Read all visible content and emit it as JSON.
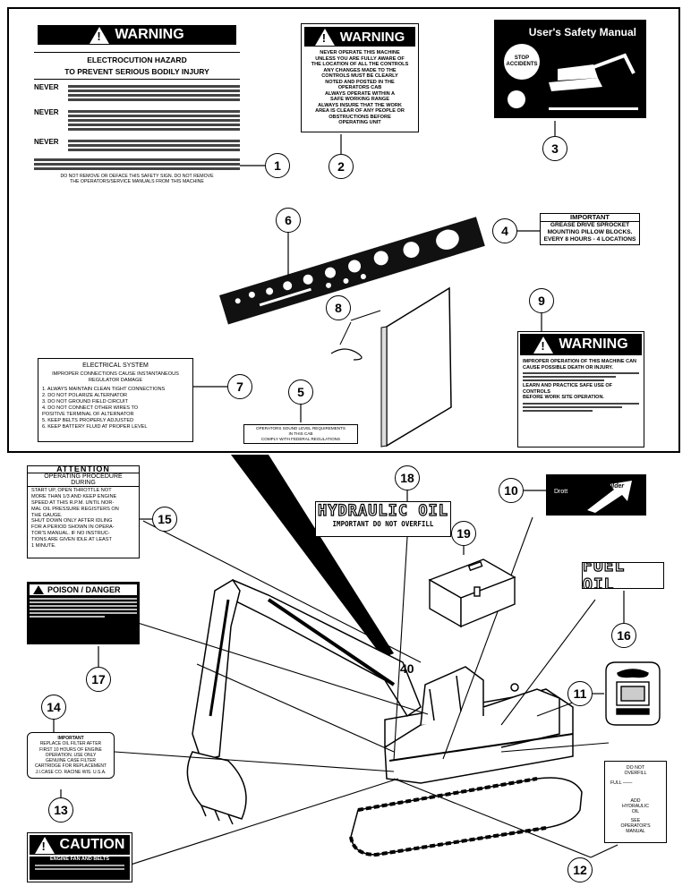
{
  "decals": {
    "d1": {
      "header": "WARNING",
      "title1": "ELECTROCUTION  HAZARD",
      "title2": "TO PREVENT SERIOUS BODILY INJURY",
      "never": "NEVER",
      "footer1": "DO NOT REMOVE OR DEFACE THIS SAFETY SIGN.  DO NOT REMOVE",
      "footer2": "THE OPERATORS/SERVICE MANUALS FROM THIS MACHINE"
    },
    "d2": {
      "header": "WARNING",
      "lines": [
        "NEVER OPERATE THIS MACHINE",
        "UNLESS YOU ARE FULLY AWARE OF",
        "THE LOCATION OF ALL THE CONTROLS",
        "ANY CHANGES MADE TO THE",
        "CONTROLS MUST BE CLEARLY",
        "NOTED AND POSTED IN THE",
        "OPERATORS CAB",
        "ALWAYS OPERATE WITHIN A",
        "SAFE WORKING RANGE",
        "ALWAYS INSURE THAT THE WORK",
        "AREA IS CLEAR OF ANY PEOPLE OR",
        "OBSTRUCTIONS BEFORE",
        "OPERATING UNIT"
      ]
    },
    "d3": {
      "title": "User's Safety Manual",
      "badge": "STOP ACCIDENTS"
    },
    "d4": {
      "title": "IMPORTANT",
      "line1": "GREASE DRIVE SPROCKET",
      "line2": "MOUNTING PILLOW BLOCKS.",
      "line3": "EVERY 8 HOURS - 4 LOCATIONS"
    },
    "d5": {
      "line1": "OPERATORS SOUND LEVEL REQUIREMENTS",
      "line2": "IN THIS CAB",
      "line3": "COMPLY WITH FEDERAL REGULATIONS"
    },
    "d7": {
      "title": "ELECTRICAL SYSTEM",
      "sub1": "IMPROPER CONNECTIONS CAUSE INSTANTANEOUS",
      "sub2": "REGULATOR DAMAGE",
      "items": [
        "1. ALWAYS MAINTAIN CLEAN TIGHT CONNECTIONS",
        "2. DO NOT POLARIZE ALTERNATOR",
        "3. DO NOT GROUND FIELD CIRCUIT",
        "4. DO NOT CONNECT OTHER WIRES TO",
        "   POSITIVE TERMINAL OF ALTERNATOR",
        "5. KEEP BELTS PROPERLY ADJUSTED",
        "6. KEEP BATTERY FLUID AT PROPER LEVEL"
      ]
    },
    "d9": {
      "header": "WARNING",
      "line1": "IMPROPER OPERATION OF THIS MACHINE CAN",
      "line2": "CAUSE POSSIBLE DEATH OR INJURY.",
      "line3": "LEARN AND PRACTICE SAFE USE OF CONTROLS",
      "line4": "BEFORE WORK SITE OPERATION."
    },
    "d10": {
      "brand": "Drott",
      "script": "Builder"
    },
    "d12": {
      "line1": "DO NOT",
      "line2": "OVERFILL",
      "full": "FULL",
      "add": "ADD",
      "hyd": "HYDRAULIC",
      "oil": "OIL",
      "see": "SEE",
      "op": "OPERATOR'S",
      "man": "MANUAL"
    },
    "d13": {
      "header": "CAUTION",
      "line1": "ENGINE FAN AND BELTS"
    },
    "d14": {
      "title": "IMPORTANT",
      "line1": "REPLACE OIL FILTER AFTER",
      "line2": "FIRST 10 HOURS OF ENGINE",
      "line3": "OPERATION. USE ONLY",
      "line4": "GENUINE CASE FILTER",
      "line5": "CARTRIDGE FOR REPLACEMENT",
      "line6": "J.I.CASE CO. RACINE WIS. U.S.A."
    },
    "d15": {
      "title": "ATTENTION",
      "sub1": "OPERATING PROCEDURE",
      "sub2": "DURING",
      "lines": [
        "START UP, OPEN THROTTLE NOT",
        "MORE THAN 1/3 AND KEEP ENGINE",
        "SPEED AT THIS R.P.M. UNTIL NOR-",
        "MAL OIL PRESSURE REGISTERS ON",
        "THE GAUGE.",
        "SHUT DOWN ONLY AFTER IDLING",
        "FOR A PERIOD SHOWN IN OPERA-",
        "TOR'S MANUAL. IF NO INSTRUC-",
        "TIONS ARE GIVEN IDLE AT LEAST",
        "1 MINUTE."
      ]
    },
    "d16": {
      "text": "FUEL OIL"
    },
    "d17": {
      "header": "POISON / DANGER"
    },
    "d18": {
      "line1": "HYDRAULIC OIL",
      "line2": "IMPORTANT DO NOT OVERFILL"
    }
  },
  "callouts": [
    "1",
    "2",
    "3",
    "4",
    "5",
    "6",
    "7",
    "8",
    "9",
    "10",
    "11",
    "12",
    "13",
    "14",
    "15",
    "16",
    "17",
    "18",
    "19"
  ]
}
